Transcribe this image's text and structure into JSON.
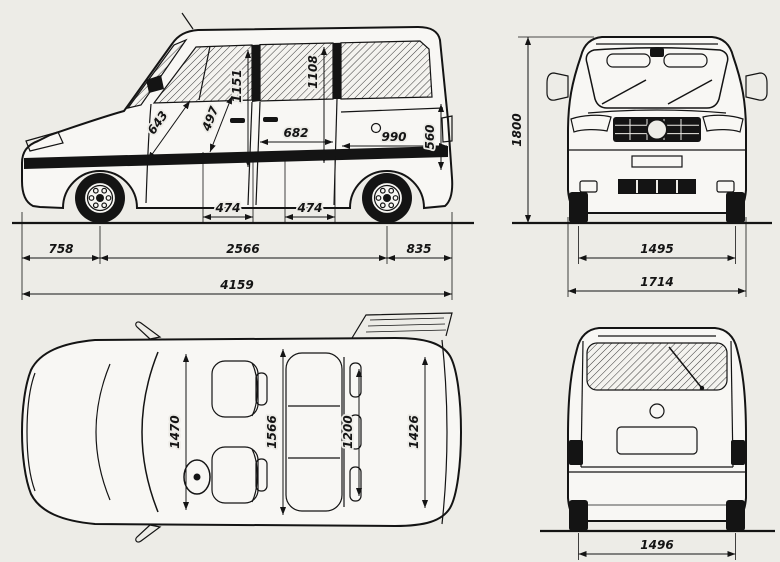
{
  "palette": {
    "ink": "#141414",
    "paper": "#edece7",
    "body_fill": "#f8f7f4"
  },
  "views": {
    "side": {
      "dims": {
        "front_door_height": "1151",
        "sliding_door_height": "1108",
        "front_door_lower_width": "643",
        "front_door_upper_width": "497",
        "sliding_door_width": "682",
        "rear_opening_width": "990",
        "rear_opening_height": "560",
        "front_seat_pitch": "474",
        "rear_seat_pitch": "474",
        "front_overhang": "758",
        "wheelbase": "2566",
        "rear_overhang": "835",
        "overall_length": "4159"
      }
    },
    "front": {
      "dims": {
        "overall_height": "1800",
        "front_track": "1495",
        "overall_width": "1714"
      }
    },
    "top": {
      "dims": {
        "front_interior_width": "1470",
        "max_interior_width": "1566",
        "rear_interior_width": "1200",
        "cargo_width": "1426"
      }
    },
    "rear": {
      "dims": {
        "rear_track": "1496"
      }
    }
  }
}
